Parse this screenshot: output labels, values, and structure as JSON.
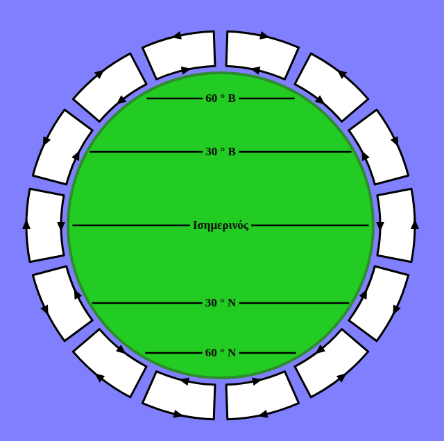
{
  "diagram": {
    "nodes": [
      {
        "text": [
          "60 ° Β",
          "30 ° Β",
          "Ισημερινός",
          "30 ° Ν",
          "60 ° Ν"
        ]
      }
    ]
  }
}
